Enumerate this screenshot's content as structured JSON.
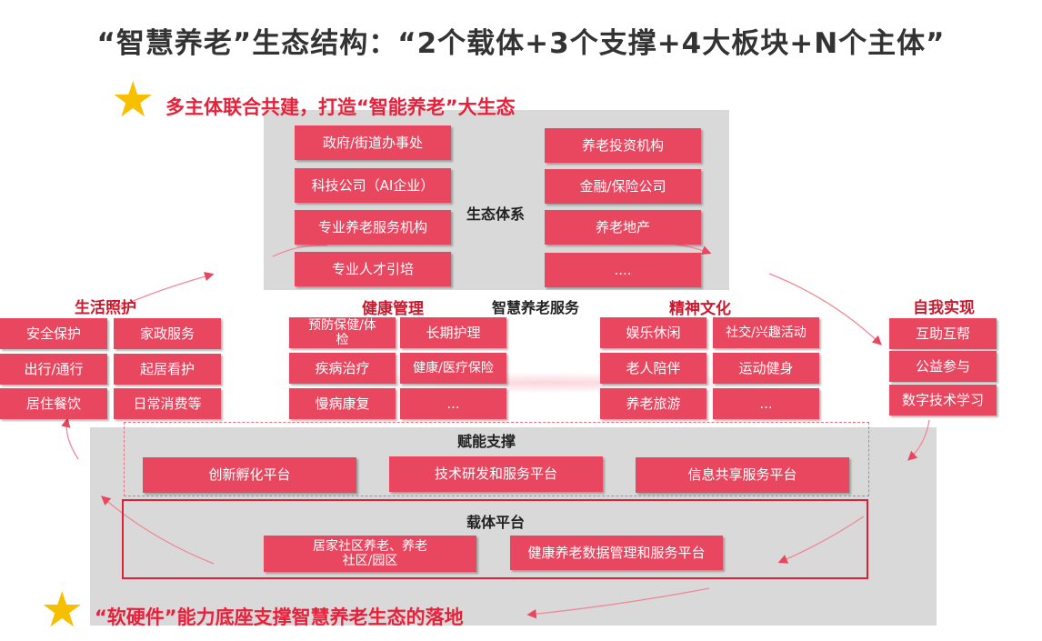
{
  "title": "“智慧养老”生态结构：“2个载体+3个支撑+4大板块+N个主体”",
  "colors": {
    "accent_red": "#e8475f",
    "slogan_red": "#e8213b",
    "star_gold": "#f8be00",
    "panel_gray": "#d9d9d9"
  },
  "top_slogan": "多主体联合共建，打造“智能养老”大生态",
  "bottom_slogan": "“软硬件”能力底座支撑智慧养老生态的落地",
  "ecosystem": {
    "label": "生态体系",
    "left": [
      "政府/街道办事处",
      "科技公司（AI企业）",
      "专业养老服务机构",
      "专业人才引培"
    ],
    "right": [
      "养老投资机构",
      "金融/保险公司",
      "养老地产",
      "...."
    ]
  },
  "services": {
    "label": "智慧养老服务",
    "life": {
      "label": "生活照护",
      "items": [
        "安全保护",
        "家政服务",
        "出行/通行",
        "起居看护",
        "居住餐饮",
        "日常消费等"
      ]
    },
    "health": {
      "label": "健康管理",
      "items": [
        "预防保健/体检",
        "长期护理",
        "疾病治疗",
        "健康/医疗保险",
        "慢病康复",
        "..."
      ]
    },
    "spirit": {
      "label": "精神文化",
      "items": [
        "娱乐休闲",
        "社交/兴趣活动",
        "老人陪伴",
        "运动健身",
        "养老旅游",
        "..."
      ]
    },
    "self": {
      "label": "自我实现",
      "items": [
        "互助互帮",
        "公益参与",
        "数字技术学习"
      ]
    }
  },
  "support": {
    "label": "赋能支撑",
    "items": [
      "创新孵化平台",
      "技术研发和服务平台",
      "信息共享服务平台"
    ]
  },
  "carrier": {
    "label": "载体平台",
    "items": [
      "居家社区养老、养老社区/园区",
      "健康养老数据管理和服务平台"
    ]
  }
}
